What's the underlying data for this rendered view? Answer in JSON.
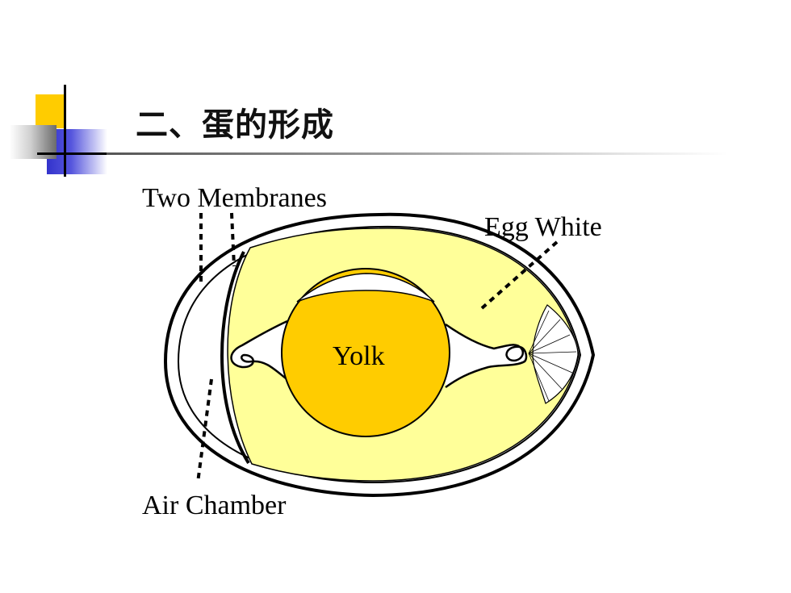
{
  "slide": {
    "title": "二、蛋的形成"
  },
  "diagram": {
    "labels": {
      "membranes": "Two Membranes",
      "egg_white": "Egg White",
      "yolk": "Yolk",
      "air_chamber": "Air Chamber"
    },
    "colors": {
      "egg_white": "#ffff99",
      "yolk": "#ffcc00",
      "outline": "#000000"
    }
  }
}
